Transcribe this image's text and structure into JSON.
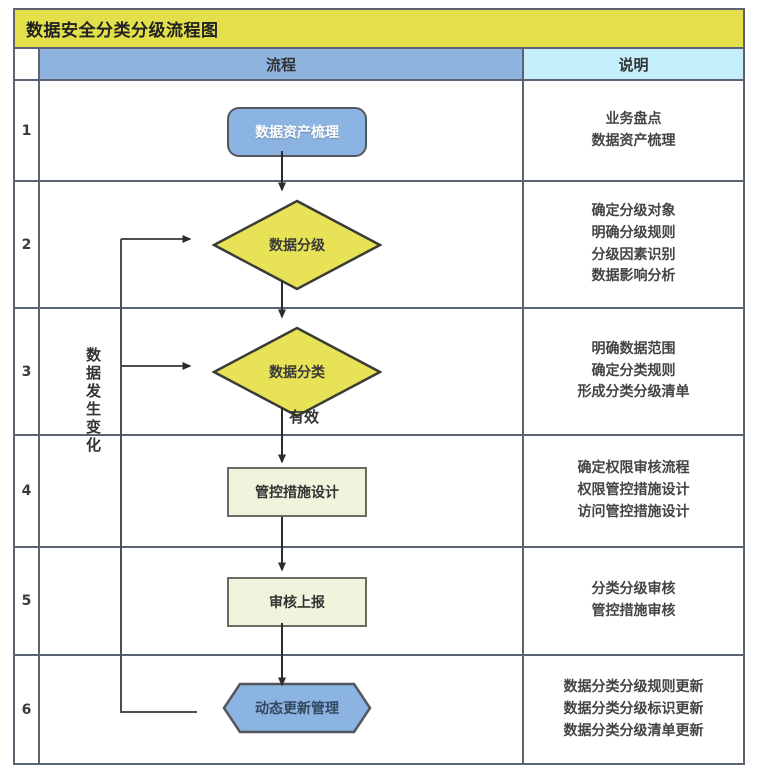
{
  "title": "数据安全分类分级流程图",
  "header": {
    "num_label": "",
    "flow_label": "流程",
    "desc_label": "说明"
  },
  "colors": {
    "title_bg": "#e3e04c",
    "flow_header_bg": "#8fb4e0",
    "desc_header_bg": "#c4effb",
    "process_blue": "#8cb4e2",
    "decision_yellow": "#e8e257",
    "process_green": "#eef5dc",
    "border": "#5a6472"
  },
  "loop_annotation": "数据发生变化",
  "edge_labels": {
    "valid": "有效"
  },
  "rows": [
    {
      "num": "1",
      "shape": "rounded-rect",
      "shape_label": "数据资产梳理",
      "desc": [
        "业务盘点",
        "数据资产梳理"
      ]
    },
    {
      "num": "2",
      "shape": "diamond",
      "shape_label": "数据分级",
      "desc": [
        "确定分级对象",
        "明确分级规则",
        "分级因素识别",
        "数据影响分析"
      ]
    },
    {
      "num": "3",
      "shape": "diamond",
      "shape_label": "数据分类",
      "desc": [
        "明确数据范围",
        "确定分类规则",
        "形成分类分级清单"
      ]
    },
    {
      "num": "4",
      "shape": "rect",
      "shape_label": "管控措施设计",
      "desc": [
        "确定权限审核流程",
        "权限管控措施设计",
        "访问管控措施设计"
      ]
    },
    {
      "num": "5",
      "shape": "rect",
      "shape_label": "审核上报",
      "desc": [
        "分类分级审核",
        "管控措施审核"
      ]
    },
    {
      "num": "6",
      "shape": "hexagon",
      "shape_label": "动态更新管理",
      "desc": [
        "数据分类分级规则更新",
        "数据分类分级标识更新",
        "数据分类分级清单更新"
      ]
    }
  ],
  "chart_data": {
    "type": "flowchart",
    "title": "数据安全分类分级流程图",
    "nodes": [
      {
        "id": "n1",
        "label": "数据资产梳理",
        "shape": "rounded-rect",
        "step": 1
      },
      {
        "id": "n2",
        "label": "数据分级",
        "shape": "diamond",
        "step": 2
      },
      {
        "id": "n3",
        "label": "数据分类",
        "shape": "diamond",
        "step": 3
      },
      {
        "id": "n4",
        "label": "管控措施设计",
        "shape": "rect",
        "step": 4
      },
      {
        "id": "n5",
        "label": "审核上报",
        "shape": "rect",
        "step": 5
      },
      {
        "id": "n6",
        "label": "动态更新管理",
        "shape": "hexagon",
        "step": 6
      }
    ],
    "edges": [
      {
        "from": "n1",
        "to": "n2",
        "label": ""
      },
      {
        "from": "n2",
        "to": "n3",
        "label": ""
      },
      {
        "from": "n3",
        "to": "n4",
        "label": "有效"
      },
      {
        "from": "n4",
        "to": "n5",
        "label": ""
      },
      {
        "from": "n5",
        "to": "n6",
        "label": ""
      },
      {
        "from": "n6",
        "to": "n2",
        "label": "数据发生变化"
      },
      {
        "from": "n6",
        "to": "n3",
        "label": "数据发生变化"
      }
    ]
  }
}
